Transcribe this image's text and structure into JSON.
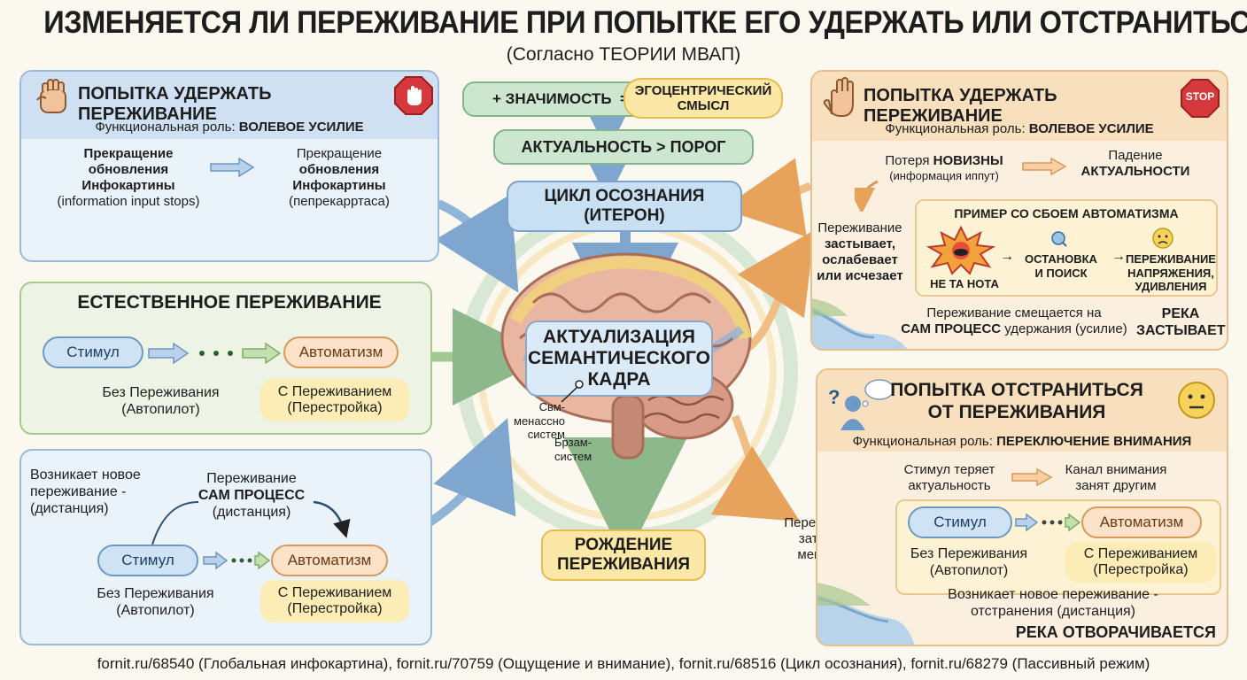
{
  "header": {
    "title": "ИЗМЕНЯЕТСЯ ЛИ ПЕРЕЖИВАНИЕ ПРИ ПОПЫТКЕ ЕГО УДЕРЖАТЬ ИЛИ ОТСТРАНИТЬСЯ?",
    "subtitle": "(Согласно ТЕОРИИ МВАП)"
  },
  "left_top": {
    "title": "ПОПЫТКА УДЕРЖАТЬ ПЕРЕЖИВАНИЕ",
    "role_prefix": "Функциональная роль:",
    "role": "ВОЛЕВОЕ УСИЛИЕ",
    "left_l1": "Прекращение",
    "left_l2": "обновления",
    "left_l3": "Инфокартины",
    "left_l4": "(information input stops)",
    "right_l1": "Прекращение",
    "right_l2": "обновления",
    "right_l3": "Инфокартины",
    "right_l4": "(пепрекарртаса)"
  },
  "left_mid": {
    "title": "ЕСТЕСТВЕННОЕ ПЕРЕЖИВАНИЕ",
    "stimulus": "Стимул",
    "automatism": "Автоматизм",
    "without_l1": "Без Переживания",
    "without_l2": "(Автопилот)",
    "with_l1": "С Переживанием",
    "with_l2": "(Перестройка)"
  },
  "left_bot": {
    "new_l1": "Возникает новое",
    "new_l2": "переживание -",
    "new_l3": "(дистанция)",
    "process_l1": "Переживание",
    "process_l2": "САМ ПРОЦЕСС",
    "process_l3": "(дистанция)",
    "stimulus": "Стимул",
    "automatism": "Автоматизм",
    "without_l1": "Без Переживания",
    "without_l2": "(Автопилот)",
    "with_l1": "С Переживанием",
    "with_l2": "(Перестройка)"
  },
  "center": {
    "significance": "+ ЗНАЧИМОСТЬ",
    "equals": "=",
    "egocentric_l1": "ЭГОЦЕНТРИЧЕСКИЙ",
    "egocentric_l2": "СМЫСЛ",
    "relevance": "АКТУАЛЬНОСТЬ > ПОРОГ",
    "cycle_l1": "ЦИКЛ ОСОЗНАНИЯ",
    "cycle_l2": "(ИТЕРОН)",
    "actualization_l1": "АКТУАЛИЗАЦИЯ",
    "actualization_l2": "СЕМАНТИЧЕСКОГО",
    "actualization_l3": "КАДРА",
    "brain_label1_l1": "Свм-",
    "brain_label1_l2": "менассно",
    "brain_label1_l3": "систем",
    "brain_label2_l1": "Брзам-",
    "brain_label2_l2": "систем",
    "birth_l1": "РОЖДЕНИЕ",
    "birth_l2": "ПЕРЕЖИВАНИЯ"
  },
  "right_top": {
    "title": "ПОПЫТКА УДЕРЖАТЬ ПЕРЕЖИВАНИЕ",
    "stop_sign": "STOP",
    "role_prefix": "Функциональная роль:",
    "role": "ВОЛЕВОЕ УСИЛИЕ",
    "loss_prefix": "Потеря",
    "loss_word": "НОВИЗНЫ",
    "loss_note": "(информация иппут)",
    "drop_l1": "Падение",
    "drop_l2": "АКТУАЛЬНОСТИ",
    "freeze_l1": "Переживание",
    "freeze_l2": "застывает,",
    "freeze_l3": "ослабевает",
    "freeze_l4": "или исчезает",
    "example_title": "ПРИМЕР СО СБОЕМ АВТОМАТИЗМА",
    "wrong_note": "НЕ ТА НОТА",
    "stop_search_l1": "ОСТАНОВКА",
    "stop_search_l2": "И ПОИСК",
    "tension_l1": "ПЕРЕЖИВАНИЕ",
    "tension_l2": "НАПРЯЖЕНИЯ,",
    "tension_l3": "УДИВЛЕНИЯ",
    "shift_l1": "Переживание смещается на",
    "shift_l2_bold": "САМ ПРОЦЕСС",
    "shift_l2_rest": "удержания (усилие)",
    "river_l1": "РЕКА",
    "river_l2": "ЗАСТЫВАЕТ"
  },
  "right_bot": {
    "title_l1": "ПОПЫТКА ОТСТРАНИТЬСЯ",
    "title_l2": "ОТ ПЕРЕЖИВАНИЯ",
    "role_prefix": "Функциональная роль:",
    "role": "ПЕРЕКЛЮЧЕНИЕ ВНИМАНИЯ",
    "loses_l1": "Стимул теряет",
    "loses_l2": "актуальность",
    "channel_l1": "Канал внимания",
    "channel_l2": "занят другим",
    "stimulus": "Стимул",
    "automatism": "Автоматизм",
    "without_l1": "Без Переживания",
    "without_l2": "(Автопилот)",
    "with_l1": "С Переживанием",
    "with_l2": "(Перестройка)",
    "new_l1": "Возникает новое переживание -",
    "new_l2": "отстранения (дистанция)",
    "river": "РЕКА ОТВОРАЧИВАЕТСЯ"
  },
  "outside": {
    "fades_l1": "Переживание",
    "fades_l2": "затухает,",
    "fades_l3": "меняется"
  },
  "footer": {
    "links": "fornit.ru/68540 (Глобальная инфокартина), fornit.ru/70759 (Ощущение и внимание), fornit.ru/68516 (Цикл осознания), fornit.ru/68279 (Пассивный режим)"
  },
  "icons": {
    "left_top_hand": "raised-fist-icon",
    "left_top_stop": "stop-hand-sign-icon",
    "right_top_hand": "raised-hand-icon",
    "right_top_stop": "stop-sign-icon",
    "right_bot_person": "thinking-person-icon",
    "right_bot_face": "neutral-face-icon",
    "explosion": "explosion-icon",
    "search": "magnifier-icon",
    "worried_face": "worried-face-icon",
    "brain": "brain-illustration",
    "river": "river-illustration"
  },
  "colors": {
    "blue_panel": "#eaf2fa",
    "green_panel": "#edf4e6",
    "orange_panel": "#fbf0e0",
    "stop_red": "#d6393b",
    "node_yellow": "#fbe7a6"
  }
}
